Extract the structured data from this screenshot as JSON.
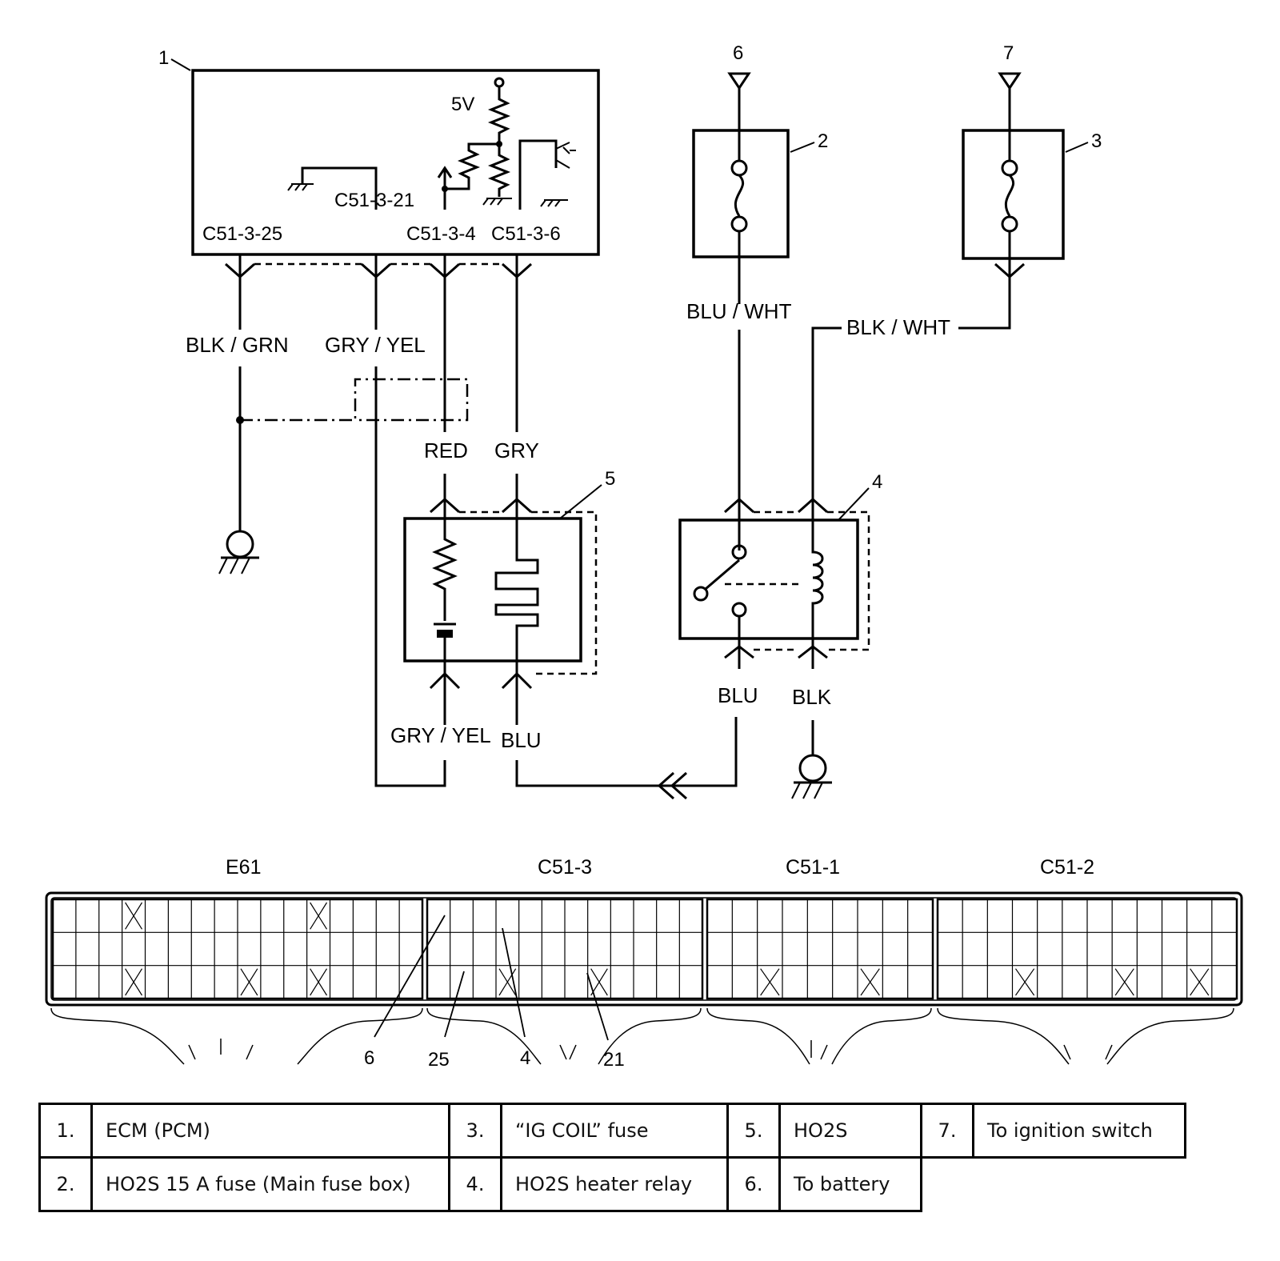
{
  "callouts": {
    "ecm": "1",
    "fuse_ho2s": "2",
    "fuse_ig": "3",
    "relay": "4",
    "sensor": "5",
    "to_battery": "6",
    "to_ignition": "7"
  },
  "ecm": {
    "voltage": "5V",
    "pins": {
      "p21": "C51-3-21",
      "p25": "C51-3-25",
      "p4": "C51-3-4",
      "p6": "C51-3-6"
    }
  },
  "wires": {
    "blk_grn": "BLK / GRN",
    "gry_yel_top": "GRY / YEL",
    "red": "RED",
    "gry": "GRY",
    "gry_yel_bottom": "GRY / YEL",
    "blu_bottom": "BLU",
    "blu_wht": "BLU / WHT",
    "blk_wht": "BLK / WHT",
    "blu_relay": "BLU",
    "blk_relay": "BLK"
  },
  "connectors": {
    "names": [
      "E61",
      "C51-3",
      "C51-1",
      "C51-2"
    ],
    "pin_callouts": [
      "6",
      "25",
      "4",
      "21"
    ]
  },
  "legend": [
    [
      {
        "num": "1.",
        "text": "ECM (PCM)"
      },
      {
        "num": "3.",
        "text": "“IG COIL” fuse"
      },
      {
        "num": "5.",
        "text": "HO2S"
      },
      {
        "num": "7.",
        "text": "To ignition switch"
      }
    ],
    [
      {
        "num": "2.",
        "text": "HO2S 15 A fuse (Main fuse box)"
      },
      {
        "num": "4.",
        "text": "HO2S heater relay"
      },
      {
        "num": "6.",
        "text": "To battery"
      }
    ]
  ]
}
